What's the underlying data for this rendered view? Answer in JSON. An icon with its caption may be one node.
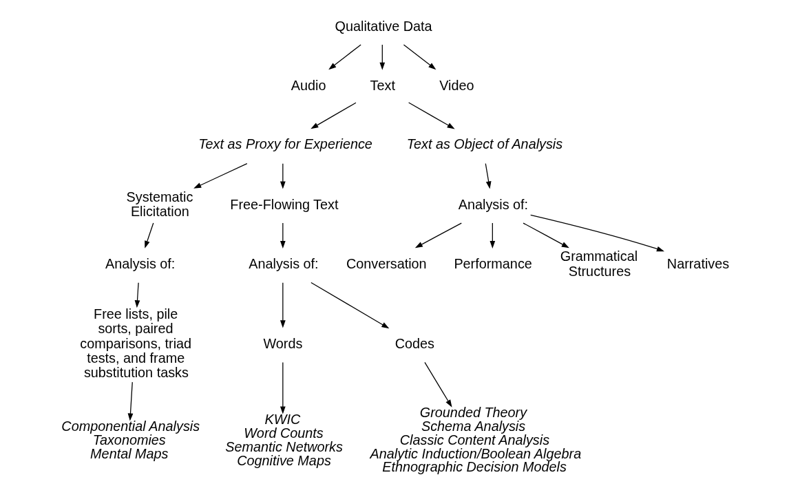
{
  "diagram": {
    "nodes": [
      {
        "text": [
          "Qualitative Data"
        ]
      },
      {
        "text": [
          "Audio"
        ]
      },
      {
        "text": [
          "Text"
        ]
      },
      {
        "text": [
          "Video"
        ]
      },
      {
        "text": [
          "Text as Proxy for Experience"
        ]
      },
      {
        "text": [
          "Text as Object of Analysis"
        ]
      },
      {
        "text": [
          "Systematic Elicitation"
        ]
      },
      {
        "text": [
          "Free-Flowing Text"
        ]
      },
      {
        "text": [
          "Analysis of:"
        ]
      },
      {
        "text": [
          "Free lists, pile sorts, paired comparisons, triad tests, and frame substitution tasks"
        ]
      },
      {
        "text": [
          "Componential Analysis",
          "Taxonomies",
          "Mental Maps"
        ]
      },
      {
        "text": [
          "Analysis of:"
        ]
      },
      {
        "text": [
          "Words"
        ]
      },
      {
        "text": [
          "Codes"
        ]
      },
      {
        "text": [
          "KWIC",
          "Word Counts",
          "Semantic Networks",
          "Cognitive Maps"
        ]
      },
      {
        "text": [
          "Grounded Theory",
          "Schema Analysis",
          "Classic Content Analysis",
          "Analytic Induction/Boolean Algebra",
          "Ethnographic Decision Models"
        ]
      },
      {
        "text": [
          "Analysis of:"
        ]
      },
      {
        "text": [
          "Conversation"
        ]
      },
      {
        "text": [
          "Performance"
        ]
      },
      {
        "text": [
          "Grammatical Structures"
        ]
      },
      {
        "text": [
          "Narratives"
        ]
      }
    ],
    "edges": [
      {
        "from": 0,
        "to": 1,
        "arrow": "to"
      },
      {
        "from": 0,
        "to": 2,
        "arrow": "to"
      },
      {
        "from": 0,
        "to": 3,
        "arrow": "to"
      },
      {
        "from": 2,
        "to": 4,
        "arrow": "to"
      },
      {
        "from": 2,
        "to": 5,
        "arrow": "to"
      },
      {
        "from": 4,
        "to": 6,
        "arrow": "to"
      },
      {
        "from": 4,
        "to": 7,
        "arrow": "to"
      },
      {
        "from": 6,
        "to": 8,
        "arrow": "to"
      },
      {
        "from": 8,
        "to": 9,
        "arrow": "to"
      },
      {
        "from": 9,
        "to": 10,
        "arrow": "to"
      },
      {
        "from": 7,
        "to": 11,
        "arrow": "to"
      },
      {
        "from": 11,
        "to": 12,
        "arrow": "to"
      },
      {
        "from": 11,
        "to": 13,
        "arrow": "to"
      },
      {
        "from": 12,
        "to": 14,
        "arrow": "to"
      },
      {
        "from": 13,
        "to": 15,
        "arrow": "to"
      },
      {
        "from": 5,
        "to": 16,
        "arrow": "to"
      },
      {
        "from": 16,
        "to": 17,
        "arrow": "to"
      },
      {
        "from": 16,
        "to": 18,
        "arrow": "to"
      },
      {
        "from": 16,
        "to": 19,
        "arrow": "to"
      },
      {
        "from": 16,
        "to": 20,
        "arrow": "to"
      }
    ]
  }
}
